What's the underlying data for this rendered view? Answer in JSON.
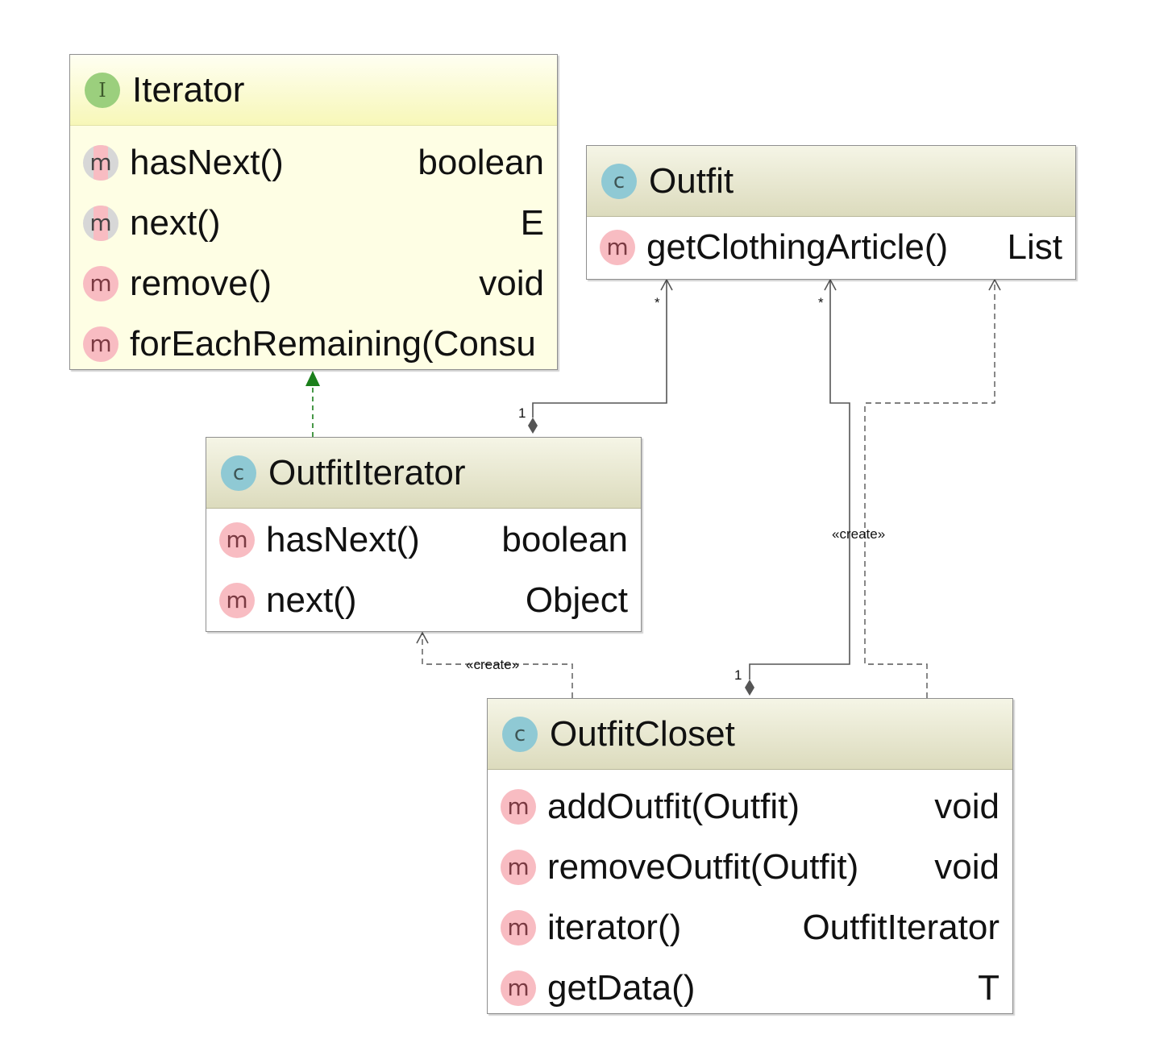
{
  "classes": {
    "iterator": {
      "kind_letter": "I",
      "name": "Iterator",
      "methods": [
        {
          "name": "hasNext()",
          "type": "boolean",
          "abstract": true
        },
        {
          "name": "next()",
          "type": "E",
          "abstract": true
        },
        {
          "name": "remove()",
          "type": "void",
          "abstract": false
        },
        {
          "name": "forEachRemaining(Consu",
          "type": "",
          "abstract": false
        }
      ]
    },
    "outfit": {
      "kind_letter": "c",
      "name": "Outfit",
      "methods": [
        {
          "name": "getClothingArticle()",
          "type": "List"
        }
      ]
    },
    "outfit_iterator": {
      "kind_letter": "c",
      "name": "OutfitIterator",
      "methods": [
        {
          "name": "hasNext()",
          "type": "boolean"
        },
        {
          "name": "next()",
          "type": "Object"
        }
      ]
    },
    "outfit_closet": {
      "kind_letter": "c",
      "name": "OutfitCloset",
      "methods": [
        {
          "name": "addOutfit(Outfit)",
          "type": "void"
        },
        {
          "name": "removeOutfit(Outfit)",
          "type": "void"
        },
        {
          "name": "iterator()",
          "type": "OutfitIterator"
        },
        {
          "name": "getData()",
          "type": "T"
        }
      ]
    }
  },
  "method_icon_letter": "m",
  "edge_labels": {
    "iterator_outfit_source": "1",
    "iterator_outfit_target": "*",
    "closet_outfit_source": "1",
    "closet_outfit_target": "*",
    "closet_creates_outfit": "«create»",
    "closet_creates_iterator": "«create»"
  },
  "colors": {
    "realization": "#1a7f1a",
    "association": "#555555",
    "dependency": "#555555"
  }
}
